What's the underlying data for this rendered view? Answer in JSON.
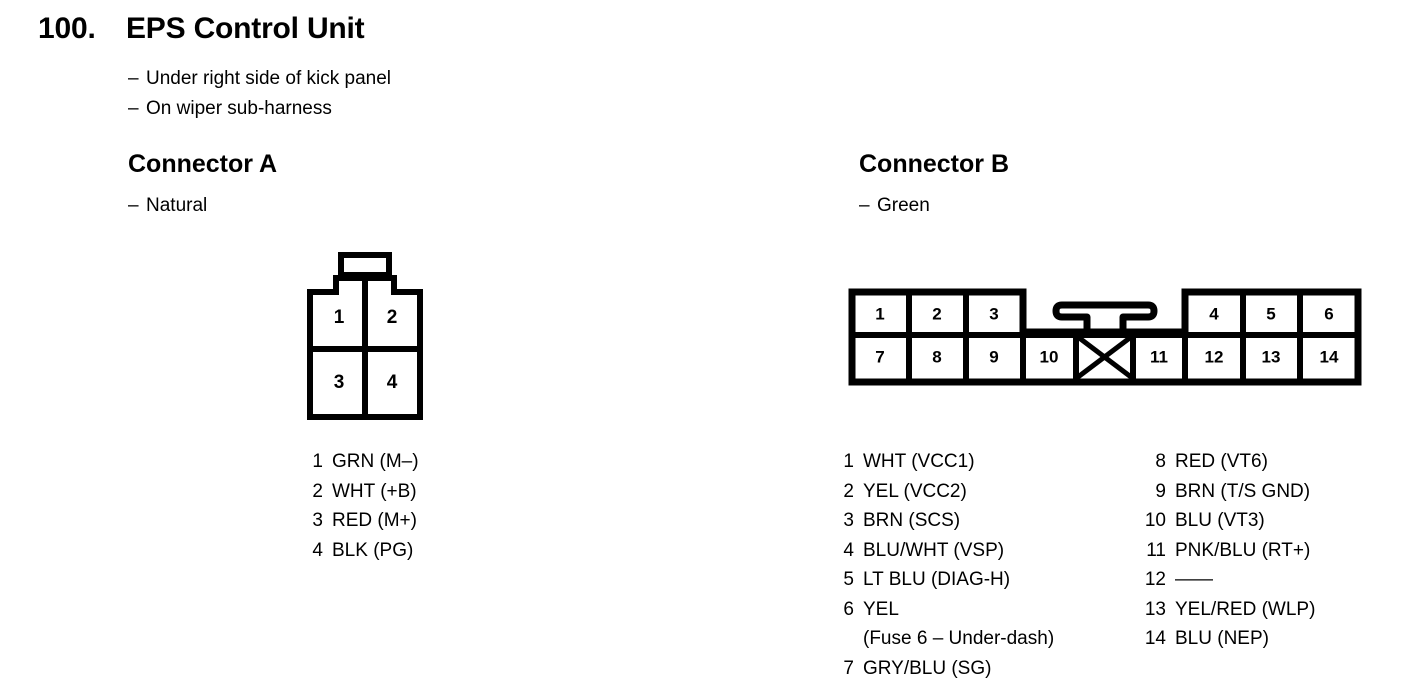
{
  "header": {
    "number": "100.",
    "title": "EPS Control Unit",
    "notes": [
      {
        "dash": "–",
        "text": "Under right side of kick panel"
      },
      {
        "dash": "–",
        "text": "On wiper sub-harness"
      }
    ]
  },
  "connector_a": {
    "heading": "Connector A",
    "color_dash": "–",
    "color": "Natural",
    "diagram": {
      "type": "connector-housing",
      "rows": 2,
      "cols": 2,
      "cell_numbers": [
        [
          "1",
          "2"
        ],
        [
          "3",
          "4"
        ]
      ],
      "latch": "top-center-tab"
    },
    "pins": [
      {
        "num": "1",
        "label": "GRN (M–)"
      },
      {
        "num": "2",
        "label": "WHT (+B)"
      },
      {
        "num": "3",
        "label": "RED (M+)"
      },
      {
        "num": "4",
        "label": "BLK (PG)"
      }
    ]
  },
  "connector_b": {
    "heading": "Connector B",
    "color_dash": "–",
    "color": "Green",
    "diagram": {
      "type": "connector-housing",
      "rows": 2,
      "top_row_cells": [
        "1",
        "2",
        "3",
        "",
        "",
        "",
        "4",
        "5",
        "6"
      ],
      "bottom_row_cells": [
        "7",
        "8",
        "9",
        "10",
        "X",
        "11",
        "12",
        "13",
        "14"
      ],
      "blank_cell": "X",
      "latch": "top-center-t-tab"
    },
    "pins_left": [
      {
        "num": "1",
        "label": "WHT (VCC1)"
      },
      {
        "num": "2",
        "label": "YEL (VCC2)"
      },
      {
        "num": "3",
        "label": "BRN (SCS)"
      },
      {
        "num": "4",
        "label": "BLU/WHT (VSP)"
      },
      {
        "num": "5",
        "label": "LT BLU (DIAG-H)"
      },
      {
        "num": "6",
        "label": "YEL",
        "sub": "(Fuse 6 – Under-dash)"
      },
      {
        "num": "7",
        "label": "GRY/BLU (SG)"
      }
    ],
    "pins_right": [
      {
        "num": "8",
        "label": "RED (VT6)"
      },
      {
        "num": "9",
        "label": "BRN (T/S GND)"
      },
      {
        "num": "10",
        "label": "BLU (VT3)"
      },
      {
        "num": "11",
        "label": "PNK/BLU (RT+)"
      },
      {
        "num": "12",
        "label": "——"
      },
      {
        "num": "13",
        "label": "YEL/RED (WLP)"
      },
      {
        "num": "14",
        "label": "BLU (NEP)"
      }
    ]
  },
  "colors": {
    "ink": "#000000",
    "paper": "#ffffff"
  }
}
